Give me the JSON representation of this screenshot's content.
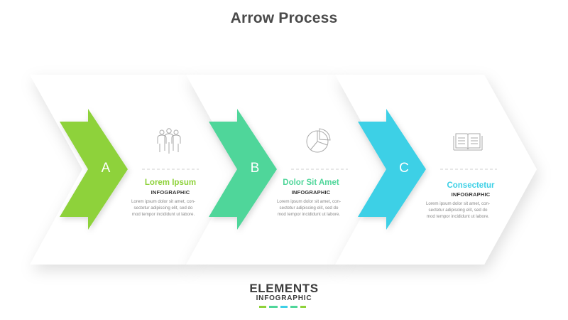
{
  "title": "Arrow Process",
  "steps": [
    {
      "letter": "A",
      "heading": "Lorem Ipsum",
      "sub": "INFOGRAPHIC",
      "body": [
        "Lorem ipsum dolor sit amet, con-",
        "sectetur adipiscing elit, sed do",
        "mod tempor incididunt ut labore."
      ],
      "color": "#8ed23a",
      "icon": "people-icon"
    },
    {
      "letter": "B",
      "heading": "Dolor Sit Amet",
      "sub": "INFOGRAPHIC",
      "body": [
        "Lorem ipsum dolor sit amet, con-",
        "sectetur adipiscing elit, sed do",
        "mod tempor incididunt ut labore."
      ],
      "color": "#4fd69a",
      "icon": "pie-chart-icon"
    },
    {
      "letter": "C",
      "heading": "Consectetur",
      "sub": "INFOGRAPHIC",
      "body": [
        "Lorem ipsum dolor sit amet, con-",
        "sectetur adipiscing elit, sed do",
        "mod tempor incididunt ut labore."
      ],
      "color": "#3dd0e6",
      "icon": "open-book-icon"
    }
  ],
  "brand": {
    "main": "ELEMENTS",
    "sub": "INFOGRAPHIC",
    "dash_colors": [
      "#8ed23a",
      "#4fd69a",
      "#3dd0e6",
      "#4fd69a",
      "#8ed23a"
    ]
  }
}
